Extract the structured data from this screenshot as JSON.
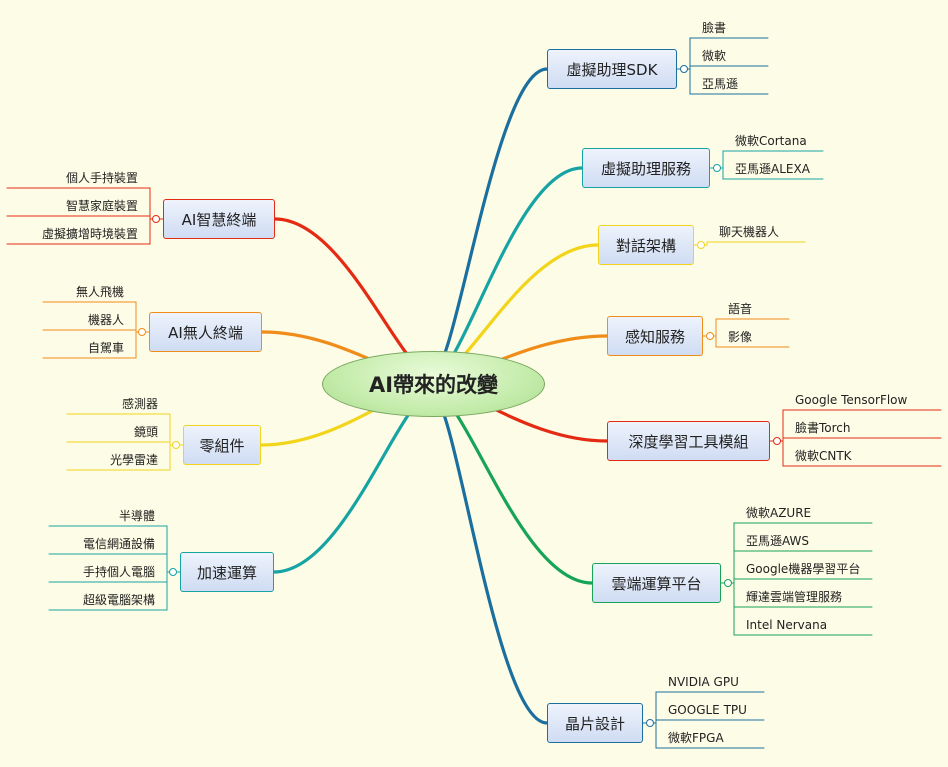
{
  "central": {
    "label": "AI帶來的改變"
  },
  "branches": [
    {
      "label": "虛擬助理SDK",
      "color": "#1a6f9f",
      "children": [
        "臉書",
        "微軟",
        "亞馬遜"
      ]
    },
    {
      "label": "虛擬助理服務",
      "color": "#16a3a3",
      "children": [
        "微軟Cortana",
        "亞馬遜ALEXA"
      ]
    },
    {
      "label": "對話架構",
      "color": "#f2d41b",
      "children": [
        "聊天機器人"
      ]
    },
    {
      "label": "感知服務",
      "color": "#f08c1a",
      "children": [
        "語音",
        "影像"
      ]
    },
    {
      "label": "深度學習工具模組",
      "color": "#e52a14",
      "children": [
        "Google TensorFlow",
        "臉書Torch",
        "微軟CNTK"
      ]
    },
    {
      "label": "雲端運算平台",
      "color": "#17a458",
      "children": [
        "微軟AZURE",
        "亞馬遜AWS",
        "Google機器學習平台",
        "輝達雲端管理服務",
        "Intel Nervana"
      ]
    },
    {
      "label": "晶片設計",
      "color": "#1a6f9f",
      "children": [
        "NVIDIA GPU",
        "GOOGLE TPU",
        "微軟FPGA"
      ]
    },
    {
      "label": "AI智慧終端",
      "color": "#e52a14",
      "children": [
        "個人手持裝置",
        "智慧家庭裝置",
        "虛擬擴增時境裝置"
      ]
    },
    {
      "label": "AI無人終端",
      "color": "#f08c1a",
      "children": [
        "無人飛機",
        "機器人",
        "自駕車"
      ]
    },
    {
      "label": "零組件",
      "color": "#f2d41b",
      "children": [
        "感測器",
        "鏡頭",
        "光學雷達"
      ]
    },
    {
      "label": "加速運算",
      "color": "#16a3a3",
      "children": [
        "半導體",
        "電信網通設備",
        "手持個人電腦",
        "超級電腦架構"
      ]
    }
  ]
}
